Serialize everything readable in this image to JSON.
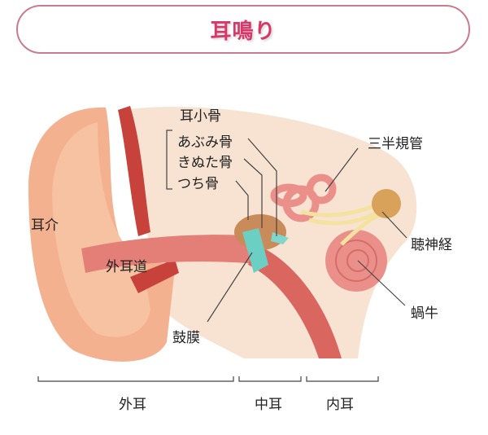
{
  "title": "耳鳴り",
  "labels": {
    "ossicles": "耳小骨",
    "stapes": "あぶみ骨",
    "incus": "きぬた骨",
    "malleus": "つち骨",
    "semicircular_canals": "三半規管",
    "auditory_nerve": "聴神経",
    "auricle": "耳介",
    "ear_canal": "外耳道",
    "eardrum": "鼓膜",
    "cochlea": "蝸牛"
  },
  "sections": {
    "outer": "外耳",
    "middle": "中耳",
    "inner": "内耳"
  },
  "colors": {
    "title": "#d6386a",
    "border": "#c97b8f",
    "skin": "#f3b190",
    "background_tissue": "#f8e3d3",
    "canal": "#e47f78"
  }
}
